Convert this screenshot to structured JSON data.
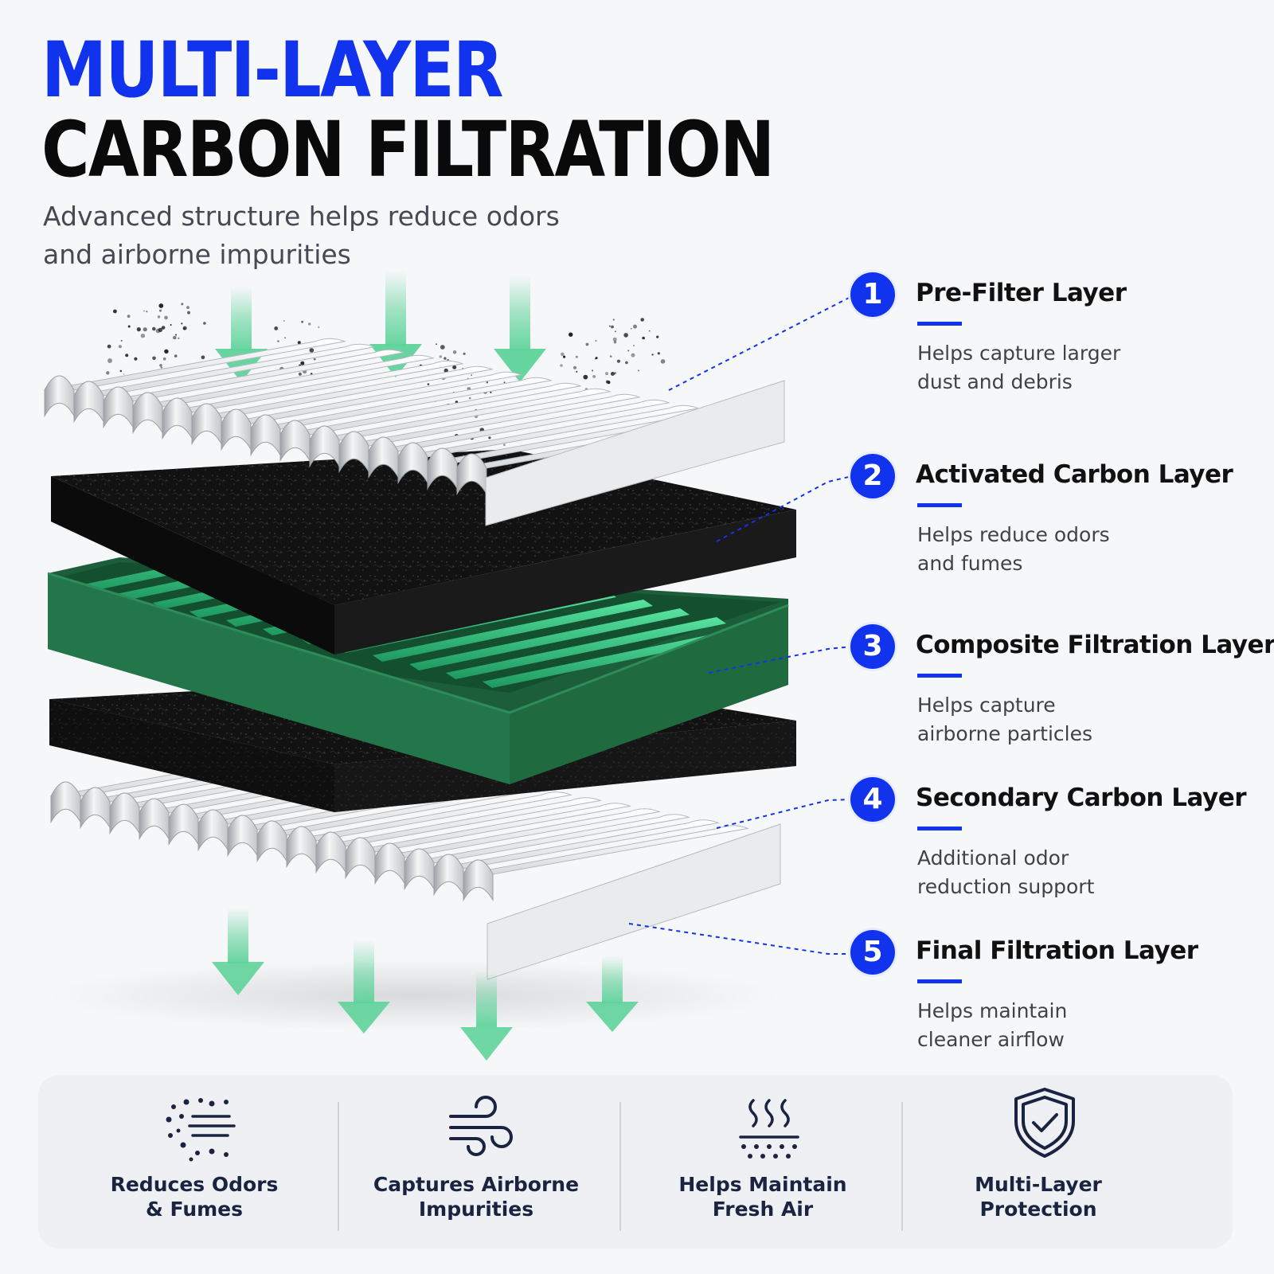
{
  "header": {
    "title_line1": "MULTI-LAYER",
    "title_line2": "CARBON FILTRATION",
    "subtitle_line1": "Advanced structure helps reduce odors",
    "subtitle_line2": "and airborne impurities"
  },
  "colors": {
    "accent_blue": "#1133ee",
    "arrow_green": "#5fd39a",
    "carbon_black": "#111111",
    "composite_green": "#1f6b3f",
    "rib_green": "#3fcf8e",
    "pleat_white": "#e6e8eb"
  },
  "layers": [
    {
      "number": "1",
      "title": "Pre-Filter Layer",
      "desc_line1": "Helps capture larger",
      "desc_line2": "dust and debris"
    },
    {
      "number": "2",
      "title": "Activated Carbon Layer",
      "desc_line1": "Helps reduce odors",
      "desc_line2": "and fumes"
    },
    {
      "number": "3",
      "title": "Composite Filtration Layer",
      "desc_line1": "Helps capture",
      "desc_line2": "airborne particles"
    },
    {
      "number": "4",
      "title": "Secondary Carbon Layer",
      "desc_line1": "Additional odor",
      "desc_line2": "reduction support"
    },
    {
      "number": "5",
      "title": "Final Filtration Layer",
      "desc_line1": "Helps maintain",
      "desc_line2": "cleaner airflow"
    }
  ],
  "features": [
    {
      "icon": "particles-odor-icon",
      "line1": "Reduces Odors",
      "line2": "& Fumes"
    },
    {
      "icon": "wind-airflow-icon",
      "line1": "Captures Airborne",
      "line2": "Impurities"
    },
    {
      "icon": "fresh-air-heat-icon",
      "line1": "Helps Maintain",
      "line2": "Fresh Air"
    },
    {
      "icon": "shield-check-icon",
      "line1": "Multi-Layer",
      "line2": "Protection"
    }
  ]
}
